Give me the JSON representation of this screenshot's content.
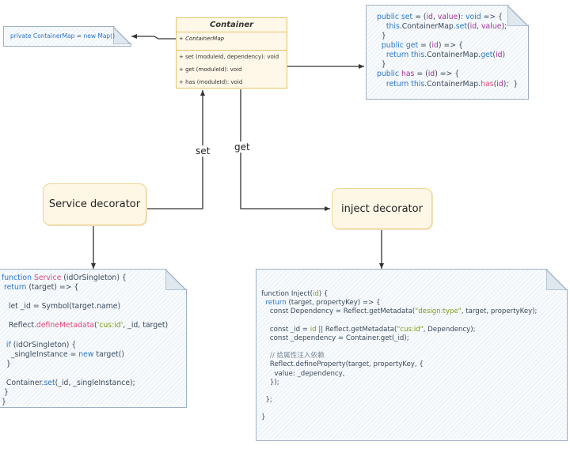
{
  "diagram": {
    "map_note": {
      "segments": [
        {
          "t": "private ",
          "c": "kw"
        },
        {
          "t": "ContainerMap",
          "c": "kw"
        },
        {
          "t": " = ",
          "c": ""
        },
        {
          "t": "new ",
          "c": "kw"
        },
        {
          "t": "Map()",
          "c": "kw"
        }
      ]
    },
    "container_class": {
      "title": "Container",
      "attributes": [
        "+ ContainerMap"
      ],
      "operations": [
        "+ set (moduleId, dependency): void",
        "+ get (moduleId): void",
        "+ has (moduleId): void"
      ]
    },
    "methods_note": {
      "lines": [
        [
          {
            "t": "public set ",
            "c": "kw"
          },
          {
            "t": "= (",
            "c": ""
          },
          {
            "t": "id",
            "c": "pm"
          },
          {
            "t": ", ",
            "c": ""
          },
          {
            "t": "value",
            "c": "pm"
          },
          {
            "t": "): ",
            "c": ""
          },
          {
            "t": "void",
            "c": "kw"
          },
          {
            "t": " => {",
            "c": ""
          }
        ],
        [
          {
            "t": "    this",
            "c": "kw"
          },
          {
            "t": ".ContainerMap.",
            "c": ""
          },
          {
            "t": "set",
            "c": "mt"
          },
          {
            "t": "(",
            "c": ""
          },
          {
            "t": "id",
            "c": "pm"
          },
          {
            "t": ", ",
            "c": ""
          },
          {
            "t": "value",
            "c": "pm"
          },
          {
            "t": ");",
            "c": ""
          }
        ],
        [
          {
            "t": "  }",
            "c": ""
          }
        ],
        [
          {
            "t": "  public get ",
            "c": "kw"
          },
          {
            "t": "= (",
            "c": ""
          },
          {
            "t": "id",
            "c": "pm"
          },
          {
            "t": ") => {",
            "c": ""
          }
        ],
        [
          {
            "t": "    return this",
            "c": "kw"
          },
          {
            "t": ".ContainerMap.",
            "c": ""
          },
          {
            "t": "get",
            "c": "mt"
          },
          {
            "t": "(",
            "c": ""
          },
          {
            "t": "id",
            "c": "pm"
          },
          {
            "t": ")",
            "c": ""
          }
        ],
        [
          {
            "t": "  }",
            "c": ""
          }
        ],
        [
          {
            "t": "public ",
            "c": "kw"
          },
          {
            "t": "has",
            "c": "pm"
          },
          {
            "t": " = (",
            "c": ""
          },
          {
            "t": "id",
            "c": "pm"
          },
          {
            "t": ") => {",
            "c": ""
          }
        ],
        [
          {
            "t": "    return this",
            "c": "kw"
          },
          {
            "t": ".ContainerMap.",
            "c": ""
          },
          {
            "t": "has",
            "c": "fn"
          },
          {
            "t": "(",
            "c": ""
          },
          {
            "t": "id",
            "c": "pm"
          },
          {
            "t": ");  }",
            "c": ""
          }
        ]
      ]
    },
    "edges": {
      "set_label": "set",
      "get_label": "get"
    },
    "service_decorator": {
      "label": "Service decorator"
    },
    "inject_decorator": {
      "label": "inject decorator"
    },
    "service_code": {
      "lines": [
        [
          {
            "t": "function ",
            "c": "kw"
          },
          {
            "t": "Service",
            "c": "fn"
          },
          {
            "t": " (idOrSingleton) {",
            "c": ""
          }
        ],
        [
          {
            "t": " return",
            "c": "kw"
          },
          {
            "t": " (target) => {",
            "c": ""
          }
        ],
        [
          {
            "t": "",
            "c": ""
          }
        ],
        [
          {
            "t": "   let _id = Symbol(target.name)",
            "c": ""
          }
        ],
        [
          {
            "t": "",
            "c": ""
          }
        ],
        [
          {
            "t": "   Reflect.",
            "c": ""
          },
          {
            "t": "defineMetadata",
            "c": "fn"
          },
          {
            "t": "(",
            "c": ""
          },
          {
            "t": "'cus:id'",
            "c": "st"
          },
          {
            "t": ", _id, target)",
            "c": ""
          }
        ],
        [
          {
            "t": "",
            "c": ""
          }
        ],
        [
          {
            "t": "  ",
            "c": ""
          },
          {
            "t": "if",
            "c": "kw"
          },
          {
            "t": " (idOrSingleton) {",
            "c": ""
          }
        ],
        [
          {
            "t": "    _singleInstance = ",
            "c": ""
          },
          {
            "t": "new",
            "c": "kw"
          },
          {
            "t": " target()",
            "c": ""
          }
        ],
        [
          {
            "t": "  }",
            "c": ""
          }
        ],
        [
          {
            "t": "",
            "c": ""
          }
        ],
        [
          {
            "t": "  Container.",
            "c": ""
          },
          {
            "t": "set",
            "c": "mt"
          },
          {
            "t": "(_id, _singleInstance);",
            "c": ""
          }
        ],
        [
          {
            "t": " }",
            "c": ""
          }
        ],
        [
          {
            "t": "}",
            "c": ""
          }
        ]
      ]
    },
    "inject_code": {
      "lines": [
        [
          {
            "t": "function Inject(",
            "c": ""
          },
          {
            "t": "id",
            "c": "st"
          },
          {
            "t": ") {",
            "c": ""
          }
        ],
        [
          {
            "t": "  return",
            "c": "kw"
          },
          {
            "t": " (target, propertyKey) => {",
            "c": ""
          }
        ],
        [
          {
            "t": "    const Dependency = Reflect.getMetadata(",
            "c": ""
          },
          {
            "t": "\"design:type\"",
            "c": "st"
          },
          {
            "t": ", target, propertyKey);",
            "c": ""
          }
        ],
        [
          {
            "t": "",
            "c": ""
          }
        ],
        [
          {
            "t": "    const _id = ",
            "c": ""
          },
          {
            "t": "id",
            "c": "st"
          },
          {
            "t": " || Reflect.getMetadata(",
            "c": ""
          },
          {
            "t": "\"cus:id\"",
            "c": "st"
          },
          {
            "t": ", Dependency);",
            "c": ""
          }
        ],
        [
          {
            "t": "    const _dependency = Container.get(_id);",
            "c": ""
          }
        ],
        [
          {
            "t": "",
            "c": ""
          }
        ],
        [
          {
            "t": "    // 给属性注入依赖",
            "c": "cm"
          }
        ],
        [
          {
            "t": "    Reflect.defineProperty(target, propertyKey, {",
            "c": ""
          }
        ],
        [
          {
            "t": "      value: _dependency,",
            "c": ""
          }
        ],
        [
          {
            "t": "    });",
            "c": ""
          }
        ],
        [
          {
            "t": "",
            "c": ""
          }
        ],
        [
          {
            "t": "  };",
            "c": ""
          }
        ],
        [
          {
            "t": "",
            "c": ""
          }
        ],
        [
          {
            "t": "}",
            "c": ""
          }
        ]
      ]
    }
  }
}
